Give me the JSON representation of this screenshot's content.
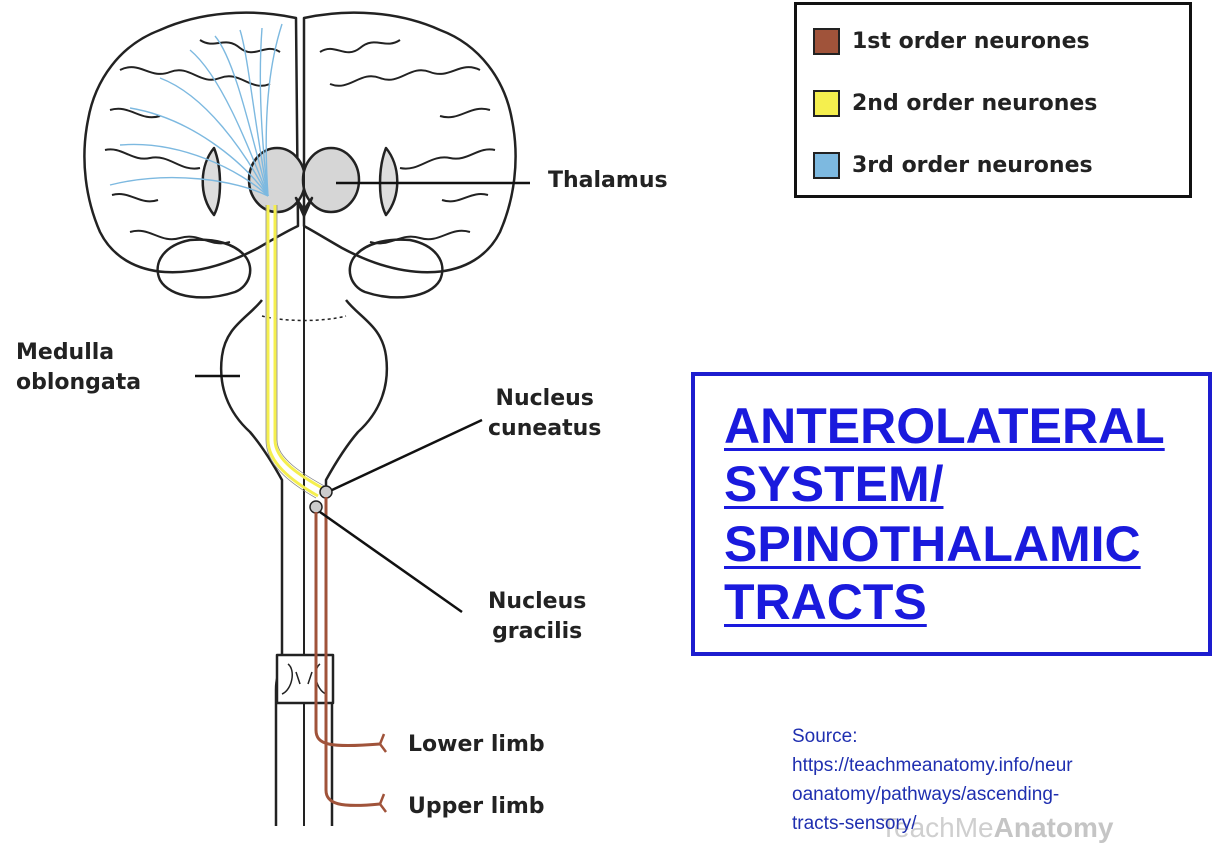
{
  "labels": {
    "thalamus": "Thalamus",
    "medulla_line1": "Medulla",
    "medulla_line2": "oblongata",
    "cuneatus_line1": "Nucleus",
    "cuneatus_line2": "cuneatus",
    "gracilis_line1": "Nucleus",
    "gracilis_line2": "gracilis",
    "lower_limb": "Lower limb",
    "upper_limb": "Upper limb"
  },
  "legend": {
    "items": [
      {
        "label": "1st order neurones",
        "color": "#a0533a"
      },
      {
        "label": "2nd order neurones",
        "color": "#f5ef4e"
      },
      {
        "label": "3rd order neurones",
        "color": "#7db9e0"
      }
    ]
  },
  "title": {
    "line1": "ANTEROLATERAL",
    "line2": "SYSTEM/",
    "line3": "SPINOTHALAMIC",
    "line4": "TRACTS",
    "color": "#1a1add"
  },
  "source": {
    "line1": "Source:",
    "line2": "https://teachmeanatomy.info/neur",
    "line3": "oanatomy/pathways/ascending-",
    "line4": "tracts-sensory/"
  },
  "watermark": {
    "prefix": "TeachMe",
    "bold": "Anatomy"
  },
  "colors": {
    "first_order": "#a0533a",
    "second_order": "#f5ef4e",
    "third_order": "#7db9e0",
    "outline": "#222222"
  }
}
